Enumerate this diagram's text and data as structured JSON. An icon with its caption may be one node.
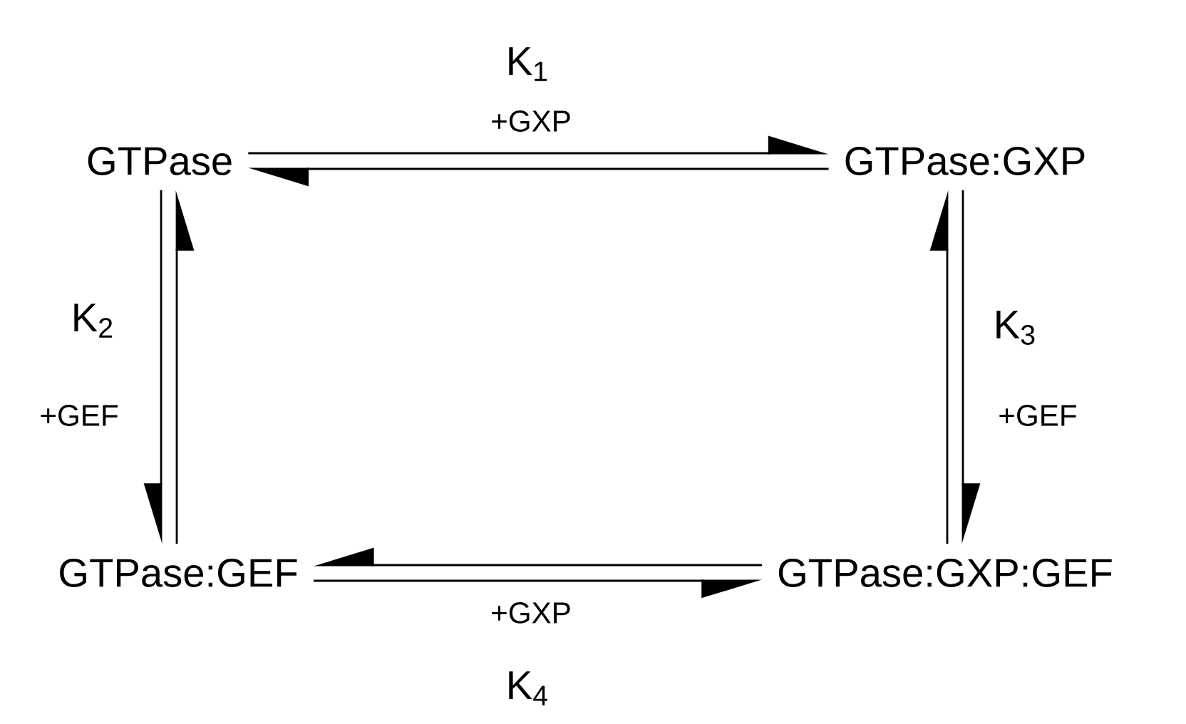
{
  "diagram": {
    "nodes": [
      {
        "text": [
          "GTPase"
        ]
      },
      {
        "text": [
          "GTPase:GXP"
        ]
      },
      {
        "text": [
          "GTPase:GEF"
        ]
      },
      {
        "text": [
          "GTPase:GXP:GEF"
        ]
      }
    ],
    "edges": [
      {
        "from": 0,
        "to": 1,
        "arrow": "to",
        "label": "+GXP"
      },
      {
        "from": 1,
        "to": 0,
        "arrow": "to"
      },
      {
        "from": 0,
        "to": 2,
        "arrow": "to",
        "label": "+GEF"
      },
      {
        "from": 2,
        "to": 0,
        "arrow": "to"
      },
      {
        "from": 1,
        "to": 3,
        "arrow": "to",
        "label": "+GEF"
      },
      {
        "from": 3,
        "to": 1,
        "arrow": "to"
      },
      {
        "from": 2,
        "to": 3,
        "arrow": "to",
        "label": "+GXP"
      },
      {
        "from": 3,
        "to": 2,
        "arrow": "to"
      }
    ],
    "labels": [
      "K$_{1}$",
      "K$_{2}$",
      "K$_{3}$",
      "K$_{4}$"
    ]
  }
}
